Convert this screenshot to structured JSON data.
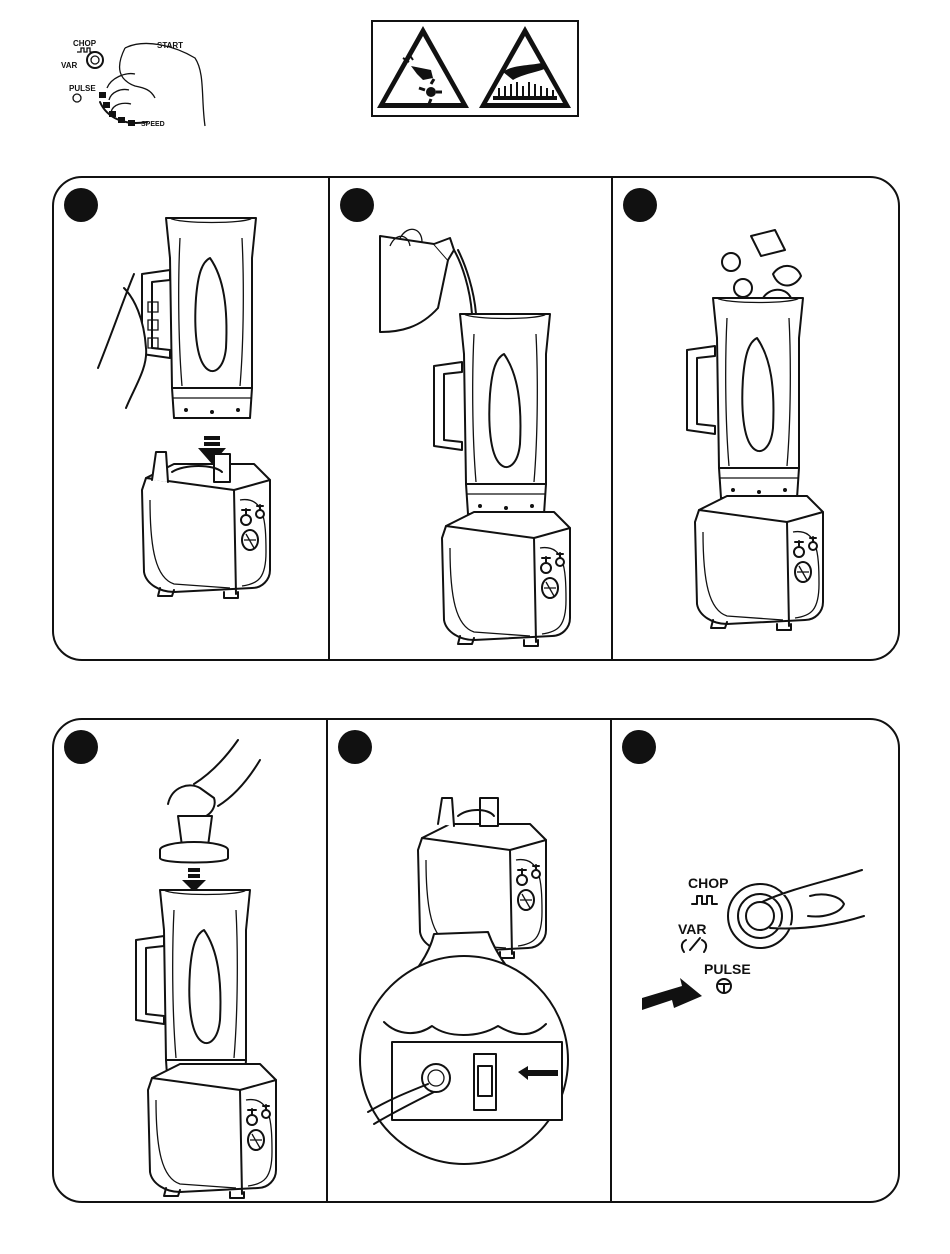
{
  "header": {
    "control_labels": {
      "chop": "CHOP",
      "var": "VAR",
      "pulse": "PULSE",
      "start": "START",
      "speed": "SPEED"
    },
    "warning_icons": [
      "hand-blade-hazard-icon",
      "hot-surface-hazard-icon"
    ]
  },
  "steps": [
    {
      "label": "",
      "scene": "place-container-on-base"
    },
    {
      "label": "",
      "scene": "pour-liquid"
    },
    {
      "label": "",
      "scene": "add-ingredients"
    },
    {
      "label": "",
      "scene": "place-lid"
    },
    {
      "label": "",
      "scene": "power-switch-closeup"
    },
    {
      "label": "",
      "scene": "press-pulse-button"
    }
  ],
  "control_closeup": {
    "chop": "CHOP",
    "var": "VAR",
    "pulse": "PULSE"
  },
  "colors": {
    "ink": "#111111",
    "paper": "#ffffff"
  }
}
